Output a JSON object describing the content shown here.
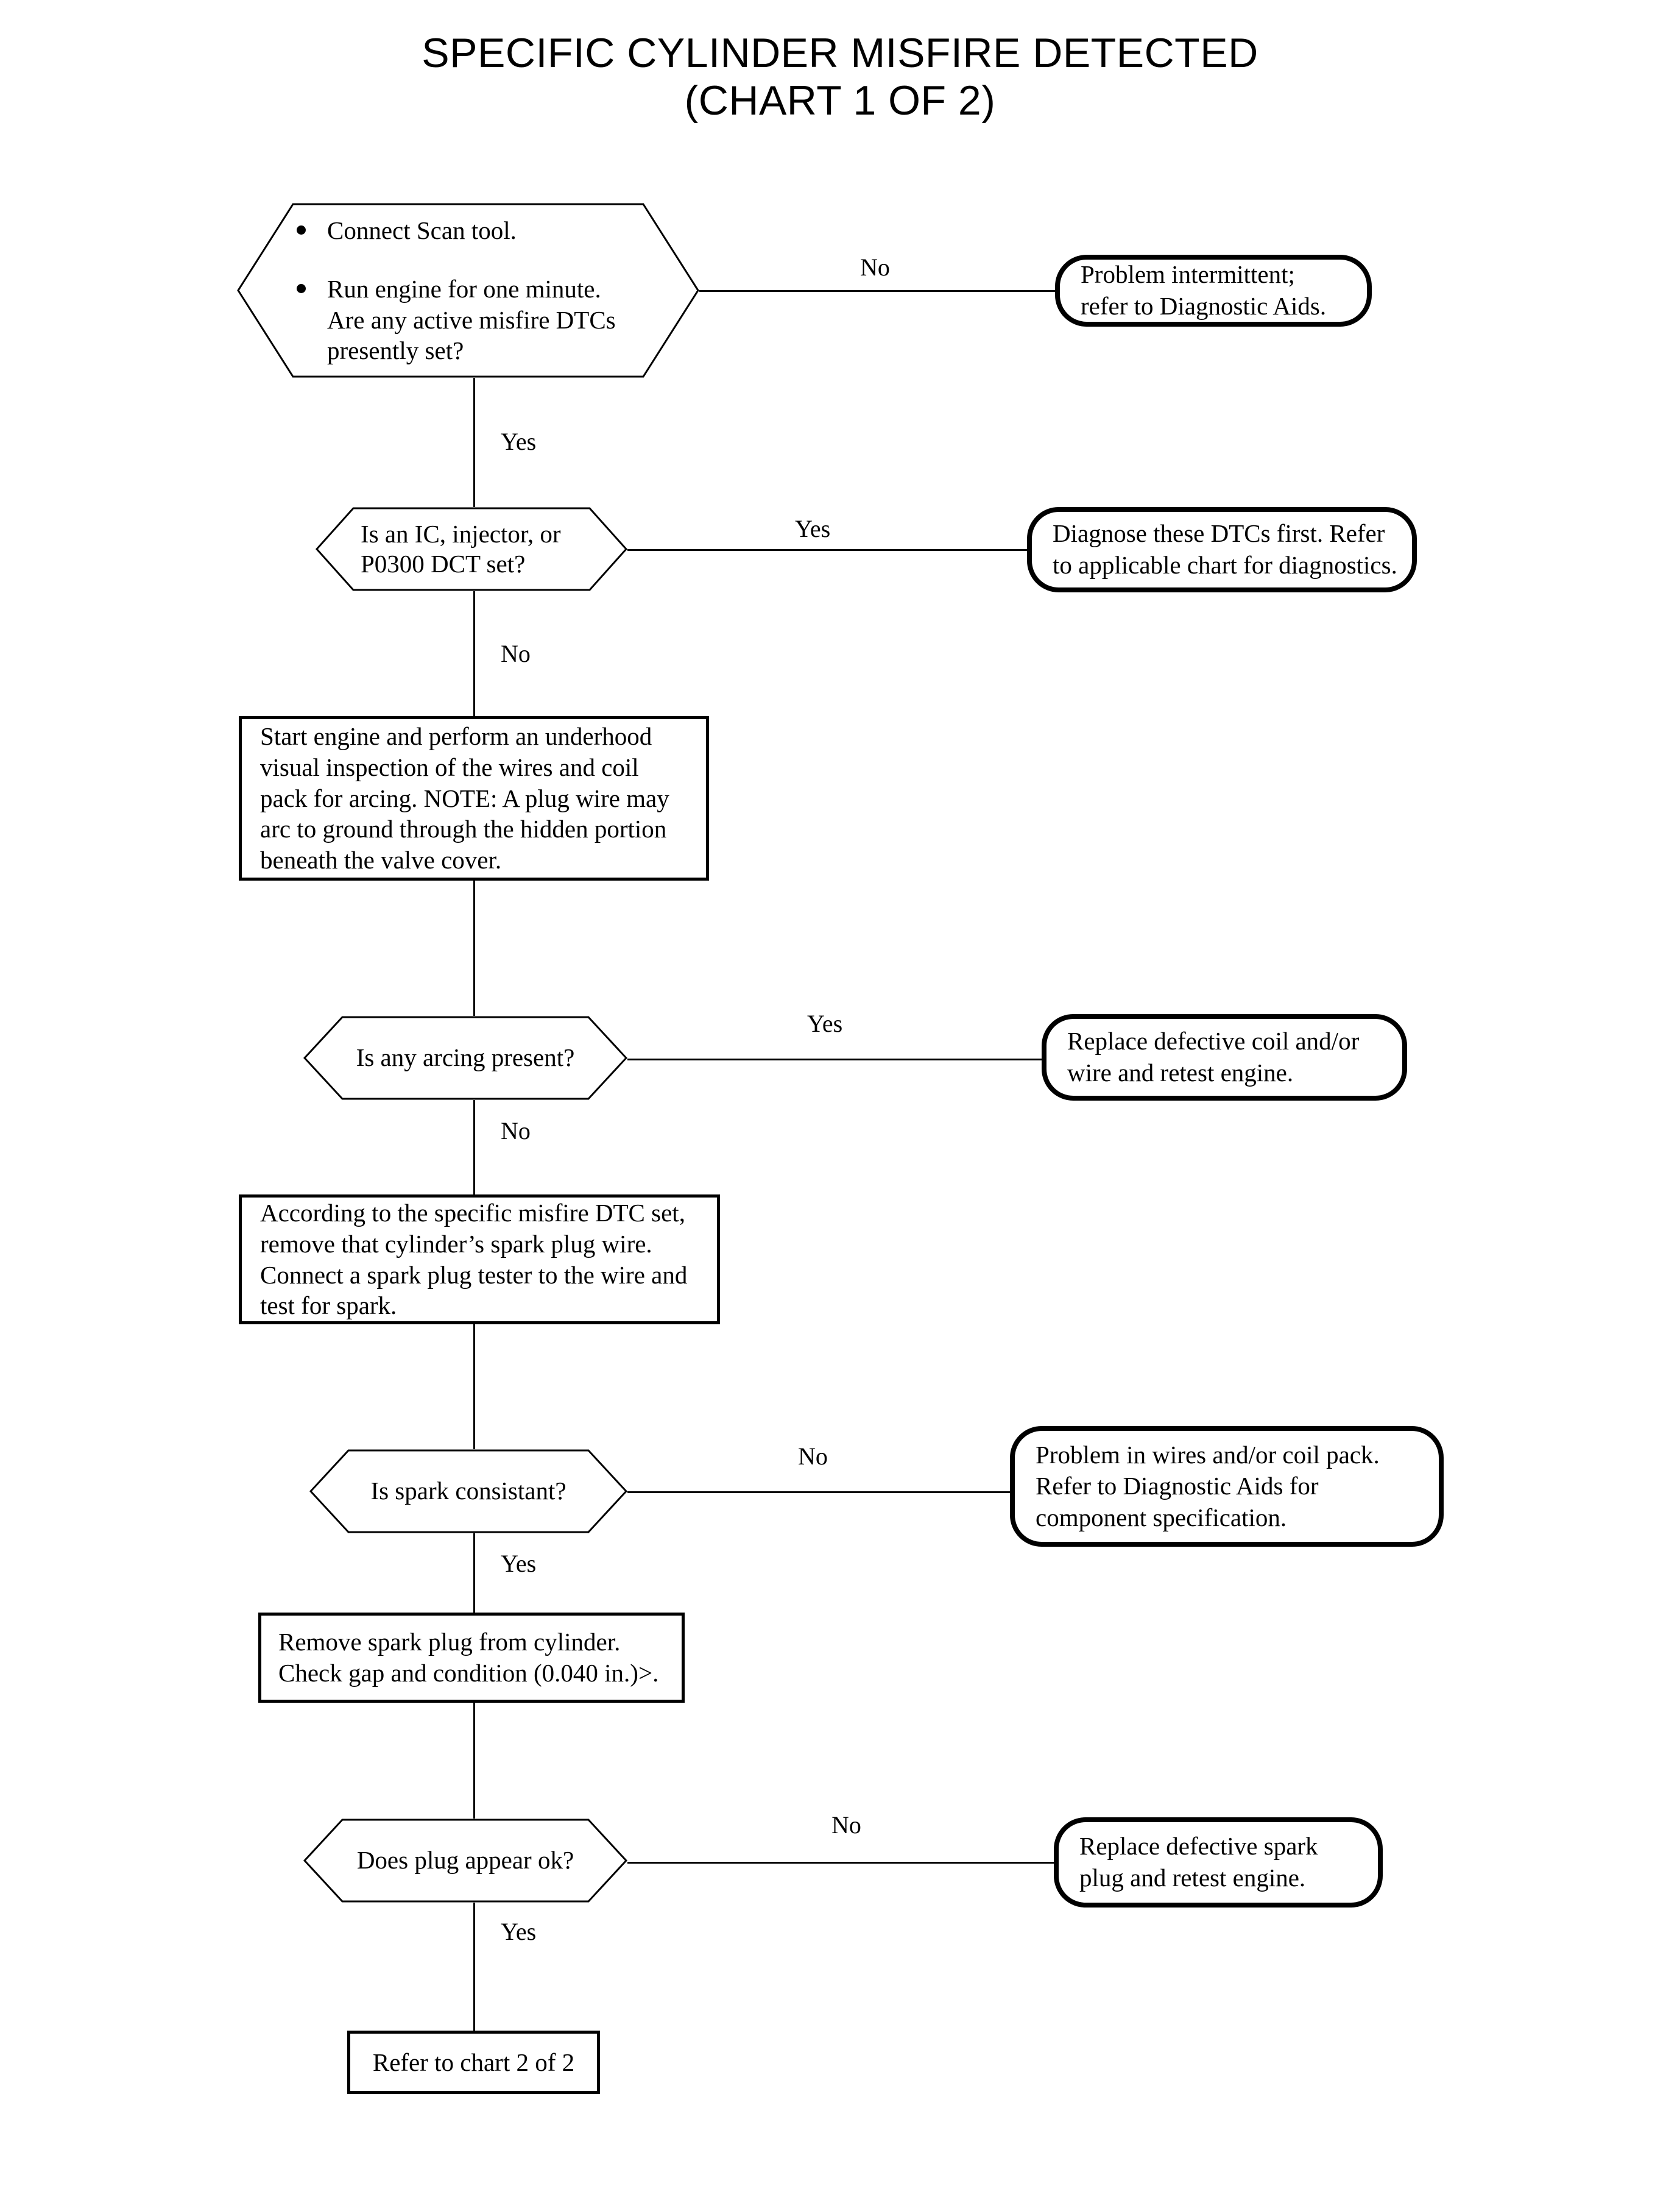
{
  "title": {
    "line1": "SPECIFIC CYLINDER MISFIRE DETECTED",
    "line2": "(CHART 1 OF 2)"
  },
  "chart_data": {
    "type": "flowchart",
    "title": "SPECIFIC CYLINDER MISFIRE DETECTED (CHART 1 OF 2)",
    "orientation": "top-to-bottom",
    "node_shapes": {
      "decision": "hexagon",
      "process": "rectangle",
      "terminator": "rounded-rectangle"
    },
    "nodes": [
      {
        "id": "d1",
        "shape": "hexagon",
        "bullets": [
          "Connect Scan tool.",
          "Run engine for one minute. Are any active misfire DTCs presently set?"
        ]
      },
      {
        "id": "t1",
        "shape": "rounded-rectangle",
        "text": "Problem intermittent; refer to Diagnostic Aids."
      },
      {
        "id": "d2",
        "shape": "hexagon",
        "text": "Is an IC, injector, or P0300 DCT set?"
      },
      {
        "id": "t2",
        "shape": "rounded-rectangle",
        "text": "Diagnose these DTCs first. Refer to applicable chart for diagnostics."
      },
      {
        "id": "p1",
        "shape": "rectangle",
        "text": "Start engine and perform an underhood visual inspection of the wires and coil pack for arcing. NOTE: A plug wire may arc to ground through the hidden portion beneath the valve cover."
      },
      {
        "id": "d3",
        "shape": "hexagon",
        "text": "Is any arcing present?"
      },
      {
        "id": "t3",
        "shape": "rounded-rectangle",
        "text": "Replace defective coil and/or wire and retest engine."
      },
      {
        "id": "p2",
        "shape": "rectangle",
        "text": "According to the specific misfire DTC set, remove that cylinder’s spark plug wire. Connect a spark plug tester to the wire and test for spark."
      },
      {
        "id": "d4",
        "shape": "hexagon",
        "text": "Is spark consistant?"
      },
      {
        "id": "t4",
        "shape": "rounded-rectangle",
        "text": "Problem in wires and/or coil pack. Refer to Diagnostic Aids for component specification."
      },
      {
        "id": "p3",
        "shape": "rectangle",
        "text": "Remove spark plug from cylinder. Check gap and condition (0.040 in.)>."
      },
      {
        "id": "d5",
        "shape": "hexagon",
        "text": "Does plug appear ok?"
      },
      {
        "id": "t5",
        "shape": "rounded-rectangle",
        "text": "Replace defective spark plug and retest engine."
      },
      {
        "id": "p4",
        "shape": "rectangle",
        "text": "Refer to chart 2 of 2"
      }
    ],
    "edges": [
      {
        "from": "d1",
        "to": "t1",
        "label": "No",
        "direction": "right"
      },
      {
        "from": "d1",
        "to": "d2",
        "label": "Yes",
        "direction": "down"
      },
      {
        "from": "d2",
        "to": "t2",
        "label": "Yes",
        "direction": "right"
      },
      {
        "from": "d2",
        "to": "p1",
        "label": "No",
        "direction": "down"
      },
      {
        "from": "p1",
        "to": "d3",
        "label": "",
        "direction": "down"
      },
      {
        "from": "d3",
        "to": "t3",
        "label": "Yes",
        "direction": "right"
      },
      {
        "from": "d3",
        "to": "p2",
        "label": "No",
        "direction": "down"
      },
      {
        "from": "p2",
        "to": "d4",
        "label": "",
        "direction": "down"
      },
      {
        "from": "d4",
        "to": "t4",
        "label": "No",
        "direction": "right"
      },
      {
        "from": "d4",
        "to": "p3",
        "label": "Yes",
        "direction": "down"
      },
      {
        "from": "p3",
        "to": "d5",
        "label": "",
        "direction": "down"
      },
      {
        "from": "d5",
        "to": "t5",
        "label": "No",
        "direction": "right"
      },
      {
        "from": "d5",
        "to": "p4",
        "label": "Yes",
        "direction": "down"
      }
    ]
  },
  "nodes": {
    "d1": {
      "bullet1": "Connect Scan tool.",
      "bullet2_l1": "Run engine for one minute.",
      "bullet2_l2": "Are any active misfire DTCs",
      "bullet2_l3": "presently set?"
    },
    "t1": {
      "l1": "Problem intermittent;",
      "l2": "refer to Diagnostic Aids."
    },
    "d2": {
      "l1": "Is an IC, injector, or",
      "l2": "P0300 DCT set?"
    },
    "t2": {
      "l1": "Diagnose these DTCs first. Refer",
      "l2": "to applicable chart for diagnostics."
    },
    "p1": {
      "l1": "Start engine and perform an underhood",
      "l2": "visual inspection of the wires and coil",
      "l3": "pack for arcing. NOTE: A plug wire may",
      "l4": "arc to ground through the hidden portion",
      "l5": "beneath the valve cover."
    },
    "d3": {
      "l1": "Is any arcing present?"
    },
    "t3": {
      "l1": "Replace defective coil and/or",
      "l2": "wire and retest engine."
    },
    "p2": {
      "l1": "According to the specific misfire DTC set,",
      "l2": "remove that cylinder’s spark plug wire.",
      "l3": "Connect a spark plug tester to the wire and",
      "l4": "test for spark."
    },
    "d4": {
      "l1": "Is spark consistant?"
    },
    "t4": {
      "l1": "Problem in wires and/or coil pack.",
      "l2": "Refer to Diagnostic Aids for",
      "l3": "component specification."
    },
    "p3": {
      "l1": "Remove spark plug from cylinder.",
      "l2": "Check gap and condition (0.040 in.)>."
    },
    "d5": {
      "l1": "Does plug appear ok?"
    },
    "t5": {
      "l1": "Replace defective spark",
      "l2": "plug and retest engine."
    },
    "p4": {
      "l1": "Refer to chart 2 of 2"
    }
  },
  "edge_labels": {
    "d1_right": "No",
    "d1_down": "Yes",
    "d2_right": "Yes",
    "d2_down": "No",
    "d3_right": "Yes",
    "d3_down": "No",
    "d4_right": "No",
    "d4_down": "Yes",
    "d5_right": "No",
    "d5_down": "Yes"
  },
  "colors": {
    "ink": "#000000",
    "paper": "#ffffff"
  }
}
